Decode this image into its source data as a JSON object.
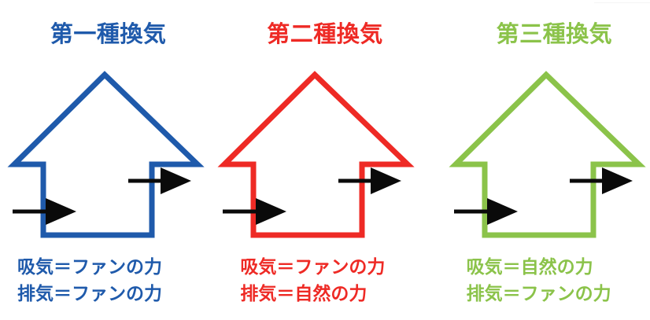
{
  "diagram": {
    "title_alt": "換気方式の比較図",
    "columns": [
      {
        "id": "type-1",
        "title": "第一種換気",
        "color": "#1f5aab",
        "supply_label": "吸気＝ファンの力",
        "exhaust_label": "排気＝ファンの力",
        "arrow_color": "#0a0a0a",
        "arrows": [
          {
            "name": "supply-arrow",
            "direction": "right"
          },
          {
            "name": "exhaust-arrow",
            "direction": "right"
          }
        ]
      },
      {
        "id": "type-2",
        "title": "第二種換気",
        "color": "#ee2a25",
        "supply_label": "吸気＝ファンの力",
        "exhaust_label": "排気＝自然の力",
        "arrow_color": "#0a0a0a",
        "arrows": [
          {
            "name": "supply-arrow",
            "direction": "right"
          },
          {
            "name": "exhaust-arrow",
            "direction": "right"
          }
        ]
      },
      {
        "id": "type-3",
        "title": "第三種換気",
        "color": "#8bc34a",
        "supply_label": "吸気＝自然の力",
        "exhaust_label": "排気＝ファンの力",
        "arrow_color": "#0a0a0a",
        "arrows": [
          {
            "name": "supply-arrow",
            "direction": "right"
          },
          {
            "name": "exhaust-arrow",
            "direction": "right"
          }
        ]
      }
    ]
  }
}
